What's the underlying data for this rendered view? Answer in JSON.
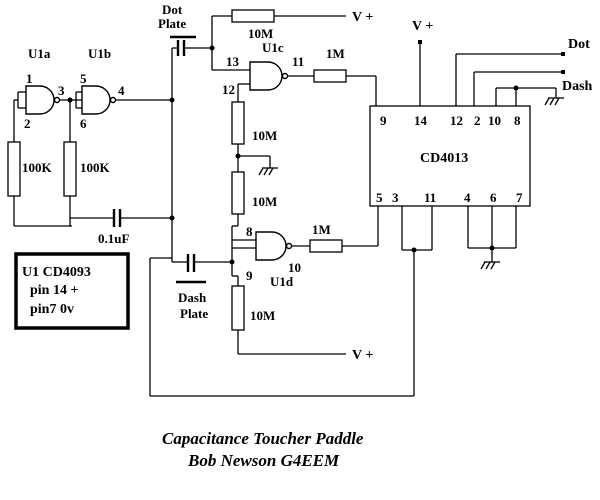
{
  "gates": {
    "u1a": {
      "label": "U1a",
      "pin_in1": "1",
      "pin_in2": "2",
      "pin_out": "3"
    },
    "u1b": {
      "label": "U1b",
      "pin_in1": "5",
      "pin_in2": "6",
      "pin_out": "4"
    },
    "u1c": {
      "label": "U1c",
      "pin_in1": "13",
      "pin_in2": "12",
      "pin_out": "11"
    },
    "u1d": {
      "label": "U1d",
      "pin_in1": "8",
      "pin_in2": "9",
      "pin_out": "10"
    }
  },
  "resistors": {
    "r100k_a": "100K",
    "r100k_b": "100K",
    "r_dot_pullup": "10M",
    "r_mid_upper": "10M",
    "r_mid_lower": "10M",
    "r_dash_pullup": "10M",
    "r_u1c_out": "1M",
    "r_u1d_out": "1M"
  },
  "capacitor": {
    "value": "0.1uF"
  },
  "plates": {
    "dot_line1": "Dot",
    "dot_line2": "Plate",
    "dash_line1": "Dash",
    "dash_line2": "Plate"
  },
  "supplies": {
    "vplus_top": "V +",
    "vplus_ic": "V +",
    "vplus_bottom": "V +"
  },
  "ic": {
    "name": "CD4013",
    "top_pins": [
      "9",
      "14",
      "12",
      "2",
      "10",
      "8"
    ],
    "bottom_pins": [
      "5",
      "3",
      "11",
      "4",
      "6",
      "7"
    ]
  },
  "outputs": {
    "dot": "Dot",
    "dash": "Dash"
  },
  "note": {
    "line1": "U1 CD4093",
    "line2": "pin 14 +",
    "line3": "pin7 0v"
  },
  "title": {
    "line1": "Capacitance Toucher Paddle",
    "line2": "Bob Newson G4EEM"
  }
}
